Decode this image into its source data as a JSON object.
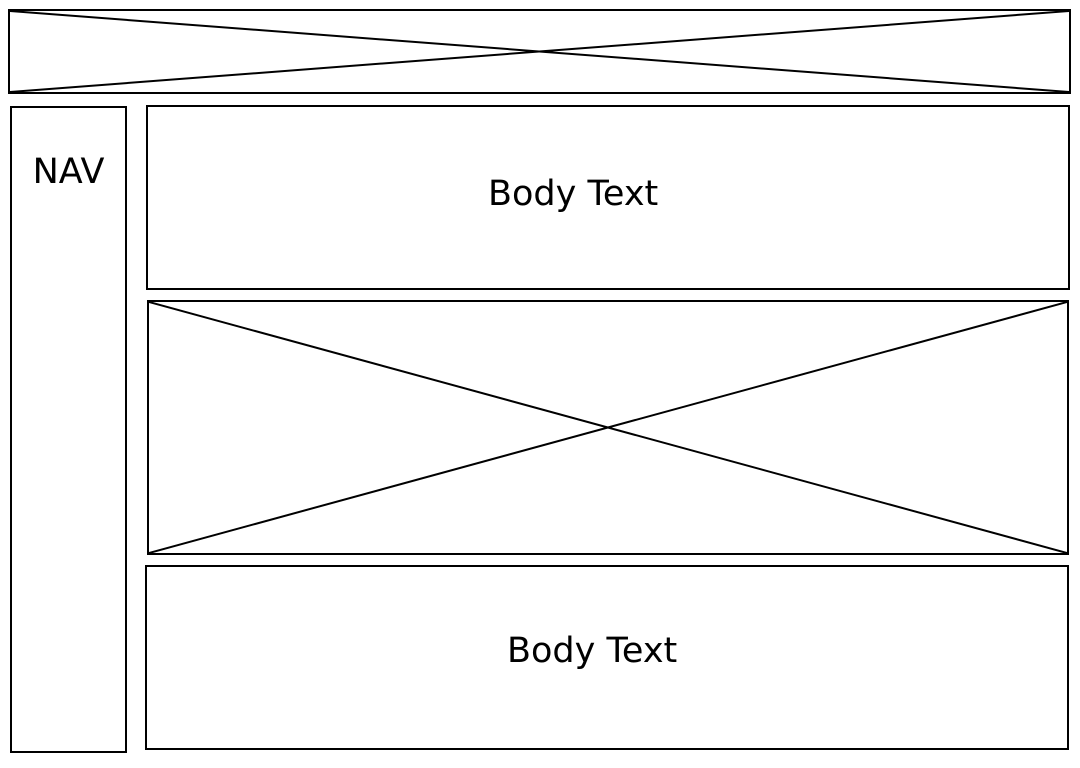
{
  "nav": {
    "label": "NAV"
  },
  "sections": {
    "top_body_text": "Body Text",
    "bottom_body_text": "Body Text"
  },
  "placeholders": {
    "banner_icon": "image-placeholder-icon",
    "main_image_icon": "image-placeholder-icon"
  },
  "colors": {
    "stroke": "#000000",
    "background": "#ffffff"
  }
}
